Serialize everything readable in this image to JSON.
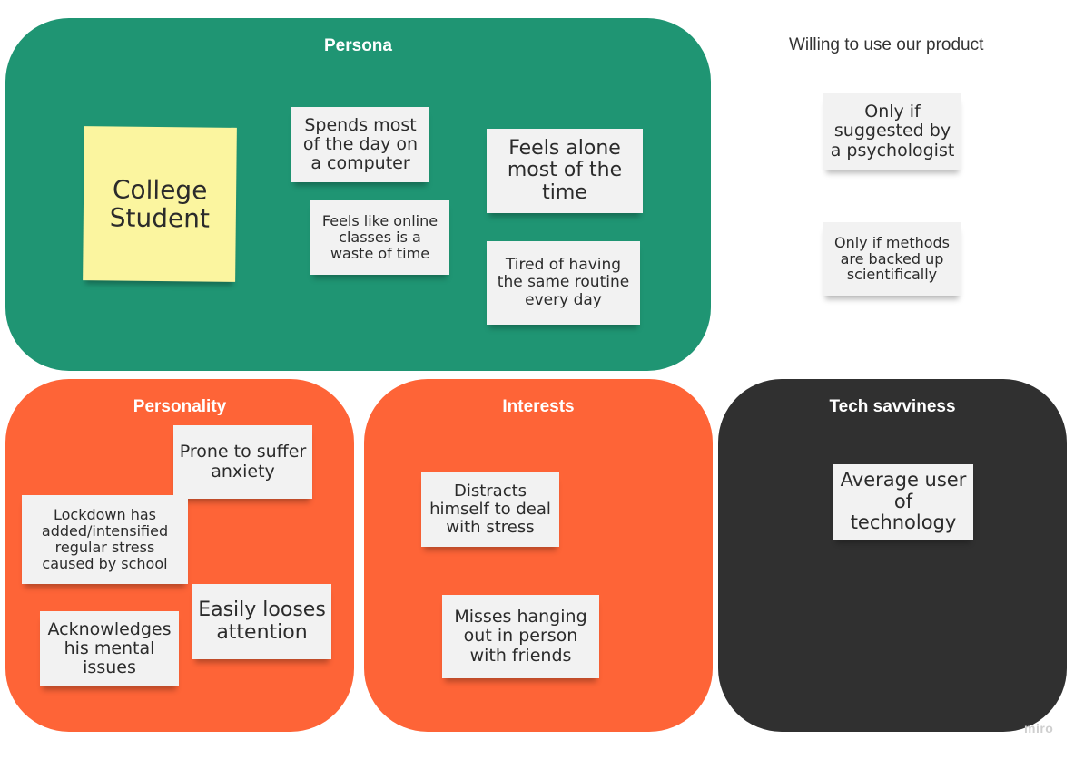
{
  "frames": {
    "persona": "Persona",
    "personality": "Personality",
    "interests": "Interests",
    "tech": "Tech savviness"
  },
  "willing_label": "Willing to use our product",
  "notes": {
    "college_student": "College Student",
    "spends_most": "Spends most of the day on a computer",
    "feels_online": "Feels like online classes is a waste of time",
    "feels_alone": "Feels alone most of the time",
    "tired_routine": "Tired of having the same routine every day",
    "only_psychologist": "Only if suggested by a psychologist",
    "only_methods": "Only if methods are backed up scientifically",
    "prone_anxiety": "Prone to suffer anxiety",
    "lockdown": "Lockdown has added/intensified regular stress caused by school",
    "easily_looses": "Easily looses attention",
    "acknowledges": "Acknowledges his mental issues",
    "distracts": "Distracts himself to deal with stress",
    "misses": "Misses hanging out in person with friends",
    "average_user": "Average user of technology"
  },
  "watermark": "miro",
  "colors": {
    "persona_frame": "#1f9573",
    "orange_frame": "#fe6437",
    "tech_frame": "#303030",
    "sticky_white": "#f2f2f2",
    "sticky_yellow": "#fbf59f"
  }
}
